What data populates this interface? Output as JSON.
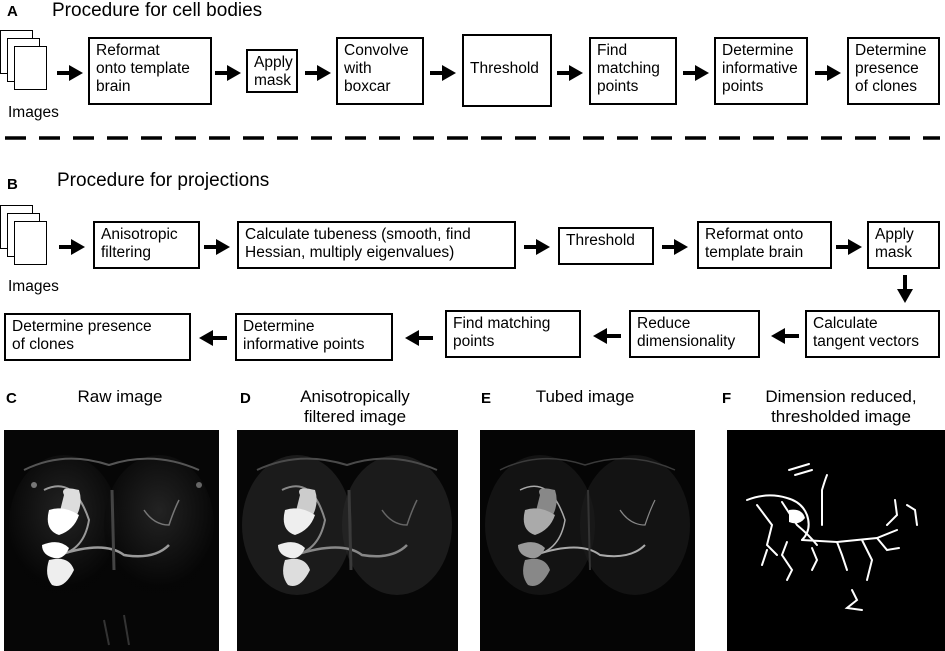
{
  "panel_a": {
    "label": "A",
    "title": "Procedure for cell bodies",
    "images_label": "Images",
    "steps": [
      "Reformat\nonto template\nbrain",
      "Apply\nmask",
      "Convolve\nwith\nboxcar",
      "Threshold",
      "Find\nmatching\npoints",
      "Determine\ninformative\npoints",
      "Determine\npresence\nof clones"
    ]
  },
  "panel_b": {
    "label": "B",
    "title": "Procedure for projections",
    "images_label": "Images",
    "steps": [
      "Anisotropic\nfiltering",
      "Calculate tubeness (smooth, find\nHessian, multiply eigenvalues)",
      "Threshold",
      "Reformat onto\ntemplate brain",
      "Apply\nmask",
      "Calculate\ntangent vectors",
      "Reduce\ndimensionality",
      "Find matching\npoints",
      "Determine\ninformative points",
      "Determine presence\nof clones"
    ]
  },
  "panels": [
    {
      "label": "C",
      "caption": "Raw image"
    },
    {
      "label": "D",
      "caption": "Anisotropically\nfiltered image"
    },
    {
      "label": "E",
      "caption": "Tubed image"
    },
    {
      "label": "F",
      "caption": "Dimension reduced,\nthresholded image"
    }
  ]
}
